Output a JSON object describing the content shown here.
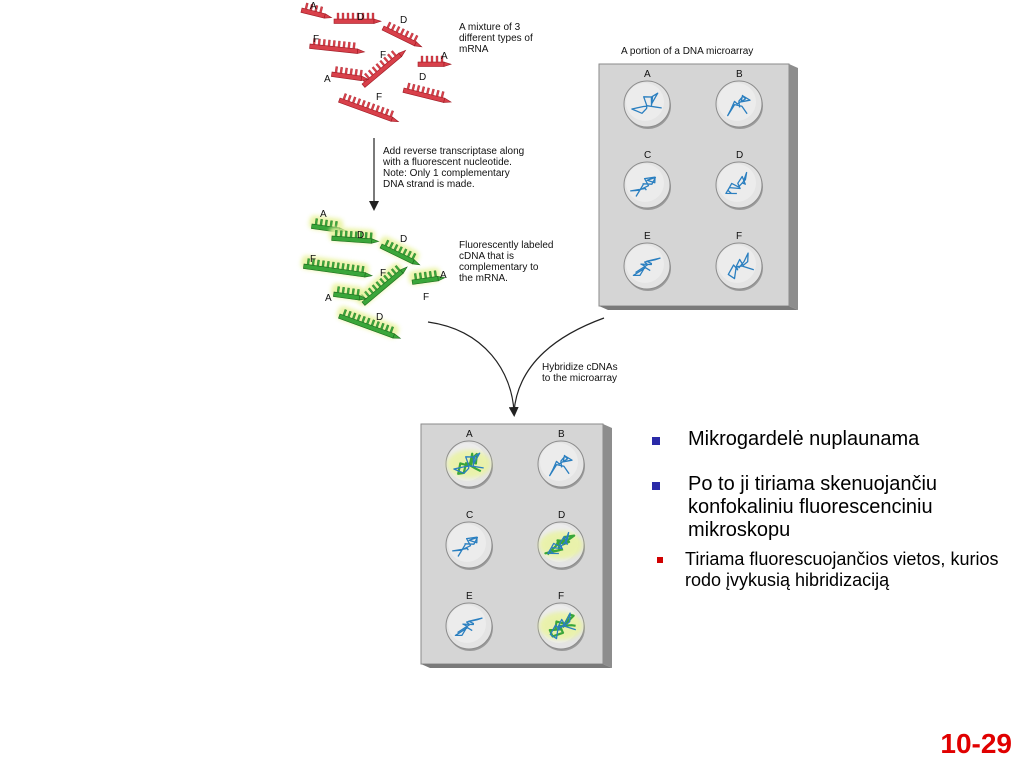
{
  "captions": {
    "mixture": [
      "A mixture of 3",
      "different types of",
      "mRNA"
    ],
    "reverse": [
      "Add reverse transcriptase along",
      "with a fluorescent nucleotide.",
      "Note: Only 1 complementary",
      "DNA strand is made."
    ],
    "labeled": [
      "Fluorescently labeled",
      "cDNA that is",
      "complementary to",
      "the mRNA."
    ],
    "portion": "A portion of a DNA microarray",
    "hybridize": [
      "Hybridize cDNAs",
      "to the microarray"
    ]
  },
  "molecules": {
    "mrna": [
      {
        "label": "A"
      },
      {
        "label": "D"
      },
      {
        "label": "D"
      },
      {
        "label": "F"
      },
      {
        "label": "F"
      },
      {
        "label": "A"
      },
      {
        "label": "A"
      },
      {
        "label": "D"
      },
      {
        "label": "F"
      }
    ],
    "cdna": [
      {
        "label": "A"
      },
      {
        "label": "D"
      },
      {
        "label": "D"
      },
      {
        "label": "F"
      },
      {
        "label": "F"
      },
      {
        "label": "A"
      },
      {
        "label": "A"
      },
      {
        "label": "D"
      },
      {
        "label": "F"
      }
    ]
  },
  "array_top": {
    "wells": [
      {
        "label": "A",
        "hybridized": false
      },
      {
        "label": "B",
        "hybridized": false
      },
      {
        "label": "C",
        "hybridized": false
      },
      {
        "label": "D",
        "hybridized": false
      },
      {
        "label": "E",
        "hybridized": false
      },
      {
        "label": "F",
        "hybridized": false
      }
    ]
  },
  "array_bottom": {
    "wells": [
      {
        "label": "A",
        "hybridized": true
      },
      {
        "label": "B",
        "hybridized": false
      },
      {
        "label": "C",
        "hybridized": false
      },
      {
        "label": "D",
        "hybridized": true
      },
      {
        "label": "E",
        "hybridized": false
      },
      {
        "label": "F",
        "hybridized": true
      }
    ]
  },
  "colors": {
    "mrna": "#d8404a",
    "mrna_dark": "#9e1a24",
    "cdna": "#3aa63a",
    "cdna_dark": "#1c6a1c",
    "probe": "#2a7fc0",
    "glow": "#e9f3a0",
    "slide": "#c9c9c9"
  },
  "bullets": [
    {
      "text": "Mikrogardelė nuplaunama"
    },
    {
      "text": "Po to ji tiriama skenuojančiu konfokaliniu fluorescenciniu mikroskopu"
    }
  ],
  "sub_bullets": [
    {
      "text": "Tiriama fluorescuojančios vietos, kurios rodo įvykusią hibridizaciją"
    }
  ],
  "page_number": "10-29"
}
